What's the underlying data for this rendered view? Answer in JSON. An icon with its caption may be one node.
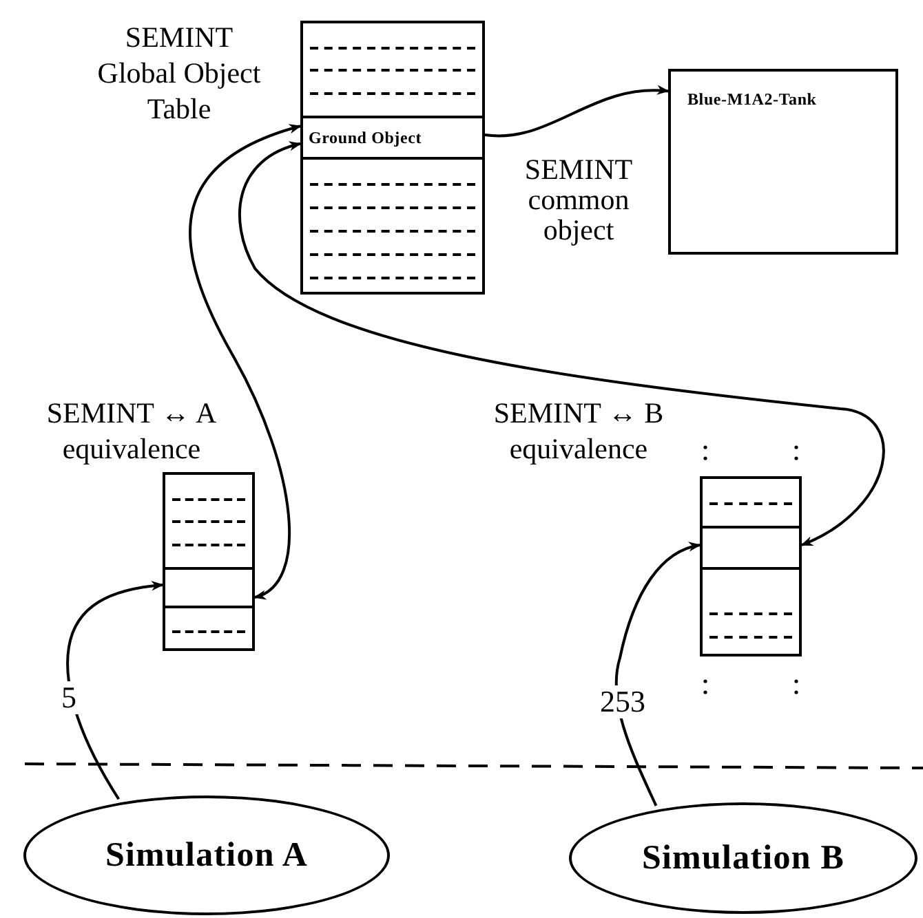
{
  "diagram": {
    "nodes": [
      {
        "text": [
          "SEMINT Global Object Table"
        ]
      },
      {
        "text": [
          "Ground Object"
        ],
        "in": 0
      },
      {
        "text": [
          "Blue-M1A2-Tank"
        ],
        "beside": [
          "SEMINT common object"
        ]
      },
      {
        "text": [
          "SEMINT ↔ A equivalence"
        ]
      },
      {
        "text": [],
        "shape": "box",
        "in": 3
      },
      {
        "text": [
          "SEMINT ↔ B equivalence"
        ]
      },
      {
        "text": [],
        "shape": "box",
        "in": 5
      },
      {
        "text": [
          "Simulation A"
        ]
      },
      {
        "text": [
          "Simulation B"
        ]
      }
    ],
    "edges": [
      {
        "from": 1,
        "to": 2,
        "arrow": "to"
      },
      {
        "from": 4,
        "to": 1,
        "arrow": "both"
      },
      {
        "from": 6,
        "to": 1,
        "arrow": "both"
      },
      {
        "from": 7,
        "to": 4,
        "arrow": "to",
        "label": "5"
      },
      {
        "from": 8,
        "to": 6,
        "arrow": "to",
        "label": "253"
      }
    ]
  }
}
